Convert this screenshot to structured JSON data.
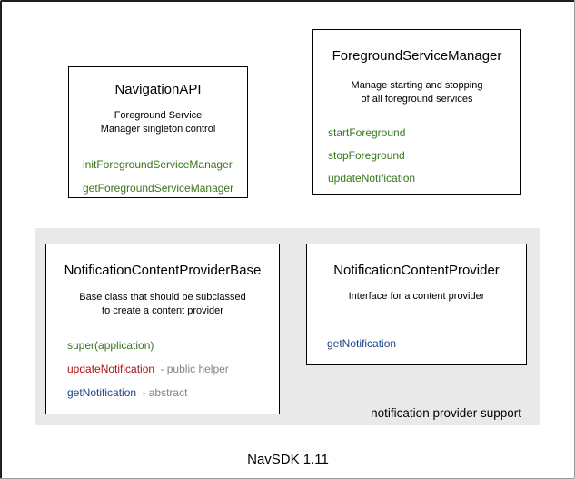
{
  "diagram": {
    "footer_label": "NavSDK 1.11",
    "group": {
      "label": "notification provider support"
    },
    "colors": {
      "method_green": "#38761d",
      "method_red": "#aa1414",
      "method_blue": "#1c4587",
      "annotation_gray": "#848484",
      "box_border": "#000000",
      "group_background": "#e9e9e9",
      "canvas_background": "#ffffff"
    },
    "boxes": [
      {
        "title": "NavigationAPI",
        "description_lines": [
          "Foreground Service",
          "Manager singleton control"
        ],
        "methods": [
          {
            "label": "initForegroundServiceManager",
            "suffix": "",
            "color": "green"
          },
          {
            "label": "getForegroundServiceManager",
            "suffix": "",
            "color": "green"
          }
        ]
      },
      {
        "title": "ForegroundServiceManager",
        "description_lines": [
          "Manage starting and stopping",
          "of all foreground services"
        ],
        "methods": [
          {
            "label": "startForeground",
            "suffix": "",
            "color": "green"
          },
          {
            "label": "stopForeground",
            "suffix": "",
            "color": "green"
          },
          {
            "label": "updateNotification",
            "suffix": "",
            "color": "green"
          }
        ]
      },
      {
        "title": "NotificationContentProviderBase",
        "description_lines": [
          "Base class that should be subclassed",
          "to create a content provider"
        ],
        "methods": [
          {
            "label": "super(application)",
            "suffix": "",
            "color": "green"
          },
          {
            "label": "updateNotification",
            "suffix": "- public helper",
            "color": "red"
          },
          {
            "label": "getNotification",
            "suffix": "- abstract",
            "color": "blue"
          }
        ]
      },
      {
        "title": "NotificationContentProvider",
        "description_lines": [
          "Interface for a content provider"
        ],
        "methods": [
          {
            "label": "getNotification",
            "suffix": "",
            "color": "blue"
          }
        ]
      }
    ]
  }
}
